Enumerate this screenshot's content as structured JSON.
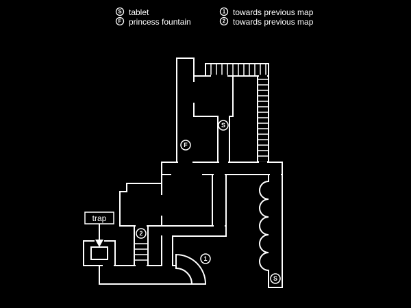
{
  "colors": {
    "background": "#000000",
    "line": "#ffffff"
  },
  "legend": {
    "items": [
      {
        "symbol": "S",
        "label": "tablet"
      },
      {
        "symbol": "F",
        "label": "princess fountain"
      },
      {
        "symbol": "1",
        "label": "towards previous map"
      },
      {
        "symbol": "2",
        "label": "towards previous map"
      }
    ]
  },
  "map": {
    "trap_label": "trap",
    "markers": [
      {
        "symbol": "S",
        "name": "tablet-upper"
      },
      {
        "symbol": "F",
        "name": "princess-fountain"
      },
      {
        "symbol": "2",
        "name": "exit-2"
      },
      {
        "symbol": "1",
        "name": "exit-1"
      },
      {
        "symbol": "S",
        "name": "tablet-lower"
      }
    ]
  }
}
